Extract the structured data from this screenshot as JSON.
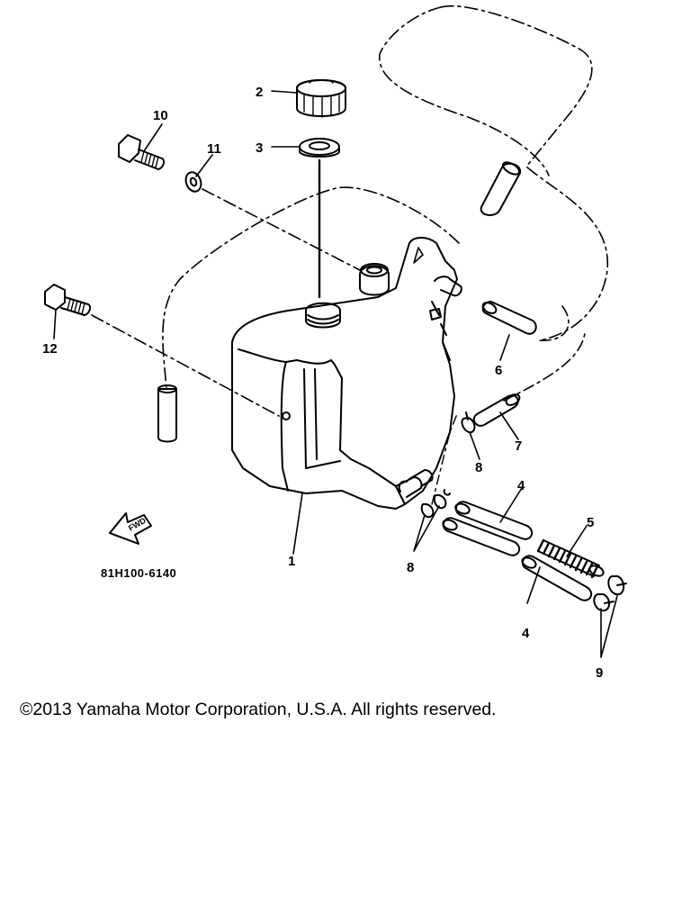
{
  "diagram": {
    "part_labels": {
      "p1": "1",
      "p2": "2",
      "p3": "3",
      "p4a": "4",
      "p4b": "4",
      "p5": "5",
      "p6": "6",
      "p7": "7",
      "p8a": "8",
      "p8b": "8",
      "p9": "9",
      "p10": "10",
      "p11": "11",
      "p12": "12"
    },
    "fwd_arrow_text": "FWD",
    "drawing_code": "81H100-6140"
  },
  "footer": {
    "copyright": "©2013 Yamaha Motor Corporation, U.S.A. All rights reserved."
  }
}
